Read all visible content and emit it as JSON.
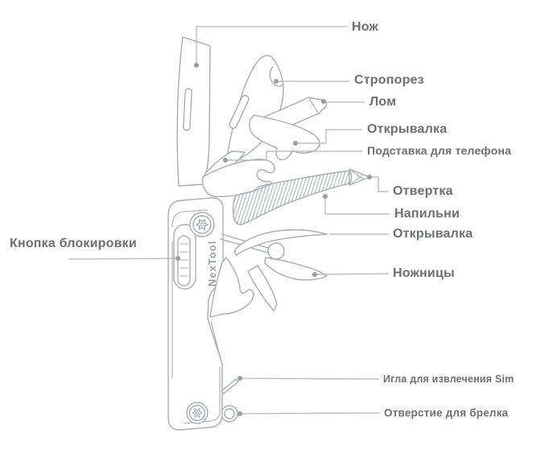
{
  "brand": {
    "logo_text": "NexTool"
  },
  "labels": {
    "knife": "Нож",
    "strap_cutter": "Стропорез",
    "crowbar": "Лом",
    "opener_top": "Открывалка",
    "phone_stand": "Подставка для телефона",
    "screwdriver": "Отвертка",
    "file": "Напильни",
    "opener_bottom": "Открывалка",
    "scissors": "Ножницы",
    "lock_button": "Кнопка блокировки",
    "sim_needle": "Игла для извлечения Sim",
    "keychain_hole": "Отверстие для брелка"
  },
  "colors": {
    "line": "#a9adb0",
    "leader": "#b3b5b7",
    "dot": "#9a9da0",
    "text": "#6e6f71",
    "logo": "#9ba0a4"
  }
}
